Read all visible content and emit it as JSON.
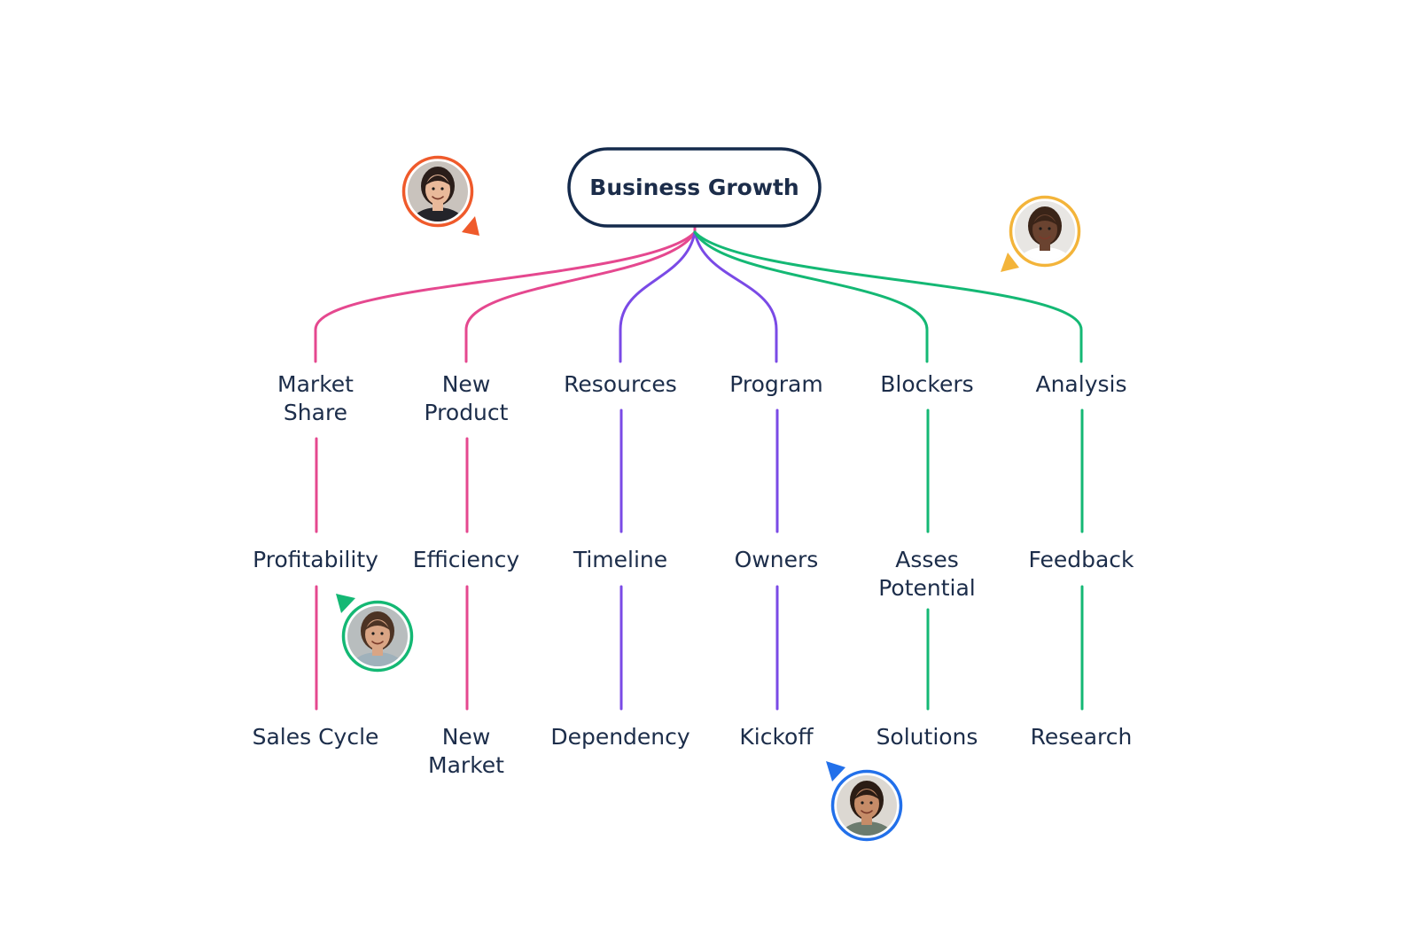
{
  "root": {
    "label": "Business Growth",
    "border_color": "#142a4c"
  },
  "colors": {
    "pink": "#e5488f",
    "purple": "#7a4ae6",
    "green": "#14b874",
    "text": "#1c2d4a"
  },
  "branches": [
    {
      "color": "pink",
      "nodes": [
        {
          "lines": [
            "Market",
            "Share"
          ]
        },
        {
          "lines": [
            "Profitability"
          ]
        },
        {
          "lines": [
            "Sales Cycle"
          ]
        }
      ]
    },
    {
      "color": "pink",
      "nodes": [
        {
          "lines": [
            "New",
            "Product"
          ]
        },
        {
          "lines": [
            "Efficiency"
          ]
        },
        {
          "lines": [
            "New",
            "Market"
          ]
        }
      ]
    },
    {
      "color": "purple",
      "nodes": [
        {
          "lines": [
            "Resources"
          ]
        },
        {
          "lines": [
            "Timeline"
          ]
        },
        {
          "lines": [
            "Dependency"
          ]
        }
      ]
    },
    {
      "color": "purple",
      "nodes": [
        {
          "lines": [
            "Program"
          ]
        },
        {
          "lines": [
            "Owners"
          ]
        },
        {
          "lines": [
            "Kickoff"
          ]
        }
      ]
    },
    {
      "color": "green",
      "nodes": [
        {
          "lines": [
            "Blockers"
          ]
        },
        {
          "lines": [
            "Asses",
            "Potential"
          ]
        },
        {
          "lines": [
            "Solutions"
          ]
        }
      ]
    },
    {
      "color": "green",
      "nodes": [
        {
          "lines": [
            "Analysis"
          ]
        },
        {
          "lines": [
            "Feedback"
          ]
        },
        {
          "lines": [
            "Research"
          ]
        }
      ]
    }
  ],
  "collaborators": [
    {
      "name": "collaborator-woman-dark-hair",
      "ring_color": "#ef5a2b",
      "skin": "#e9b99a",
      "hair": "#2a1d19",
      "shirt": "#24242a",
      "bg": "#c9c3bd",
      "pointer": "down-right"
    },
    {
      "name": "collaborator-man-smiling",
      "ring_color": "#f3b43a",
      "skin": "#6a4330",
      "hair": "#3a2418",
      "shirt": "#ffffff",
      "bg": "#e8e6e3",
      "pointer": "down-left"
    },
    {
      "name": "collaborator-man-beard",
      "ring_color": "#14b874",
      "skin": "#d9a585",
      "hair": "#4c3324",
      "shirt": "#9fb1bb",
      "bg": "#b8bdbe",
      "pointer": "up-left"
    },
    {
      "name": "collaborator-woman-curly-hair",
      "ring_color": "#2270ea",
      "skin": "#c68c68",
      "hair": "#2b1c14",
      "shirt": "#6b7b6e",
      "bg": "#dcd8d2",
      "pointer": "up-left"
    }
  ]
}
